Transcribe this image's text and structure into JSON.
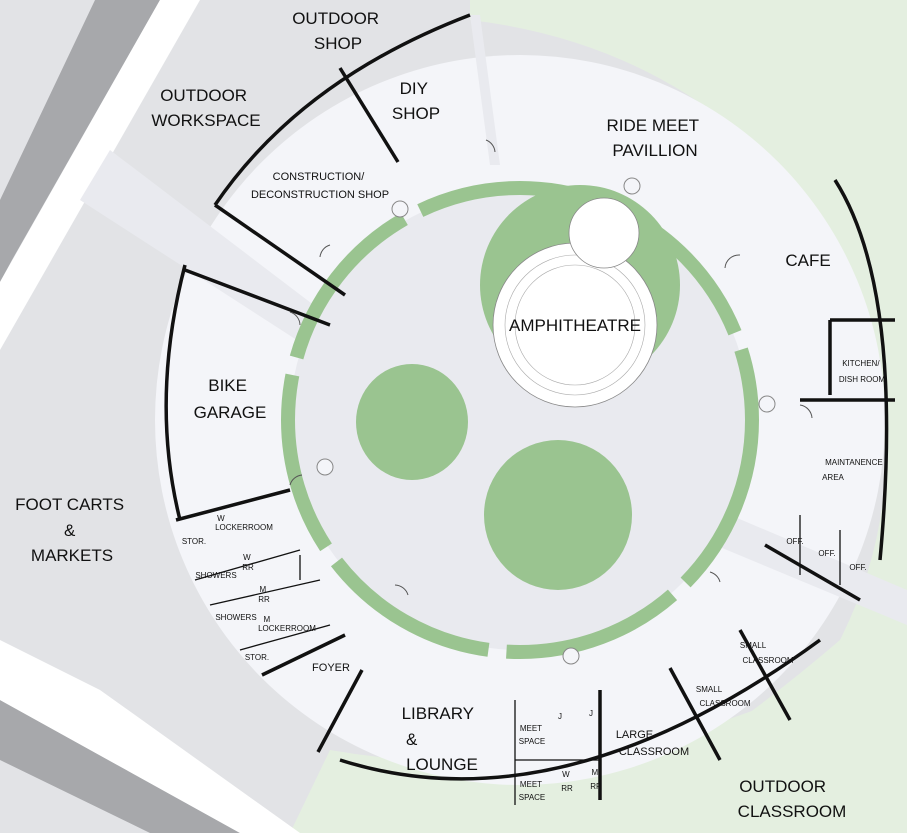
{
  "labels": {
    "outdoor_shop": [
      "OUTDOOR",
      "SHOP"
    ],
    "diy_shop": [
      "DIY",
      "SHOP"
    ],
    "outdoor_workspace": [
      "OUTDOOR",
      "WORKSPACE"
    ],
    "construction_shop": [
      "CONSTRUCTION/",
      "DECONSTRUCTION SHOP"
    ],
    "ride_meet_pavillion": [
      "RIDE MEET",
      "PAVILLION"
    ],
    "cafe": "CAFE",
    "kitchen": [
      "KITCHEN/",
      "DISH ROOM"
    ],
    "amphitheatre": "AMPHITHEATRE",
    "bike_garage": [
      "BIKE",
      "GARAGE"
    ],
    "maintenance_area": [
      "MAINTANENCE",
      "AREA"
    ],
    "office_1": "OFF.",
    "office_2": "OFF.",
    "office_3": "OFF.",
    "foot_carts": [
      "FOOT CARTS",
      "&",
      "MARKETS"
    ],
    "stor_1": "STOR.",
    "stor_2": "STOR.",
    "w_lockerroom": [
      "W",
      "LOCKERROOM"
    ],
    "w_rr_1": [
      "W",
      "RR"
    ],
    "showers_1": "SHOWERS",
    "m_rr_1": [
      "M",
      "RR"
    ],
    "showers_2": "SHOWERS",
    "m_lockerroom": [
      "M",
      "LOCKERROOM"
    ],
    "foyer": "FOYER",
    "library": [
      "LIBRARY",
      "&",
      "LOUNGE"
    ],
    "meet_space_1": [
      "MEET",
      "SPACE"
    ],
    "meet_space_2": [
      "MEET",
      "SPACE"
    ],
    "j_1": "J",
    "j_2": "J",
    "w_rr_2": [
      "W",
      "RR"
    ],
    "m_rr_2": [
      "M",
      "RR"
    ],
    "large_classroom": [
      "LARGE",
      "CLASSROOM"
    ],
    "small_classroom_1": [
      "SMALL",
      "CLASSROOM"
    ],
    "small_classroom_2": [
      "SMALL",
      "CLASSROOM"
    ],
    "outdoor_classroom": [
      "OUTDOOR",
      "CLASSROOM"
    ]
  },
  "colors": {
    "building": "#f4f5f9",
    "courtyard": "#e9eaef",
    "green": "#9ac490",
    "pale_green": "#e4efe0",
    "ground": "#e2e3e6",
    "road": "#a7a8ab",
    "wall": "#111111"
  }
}
